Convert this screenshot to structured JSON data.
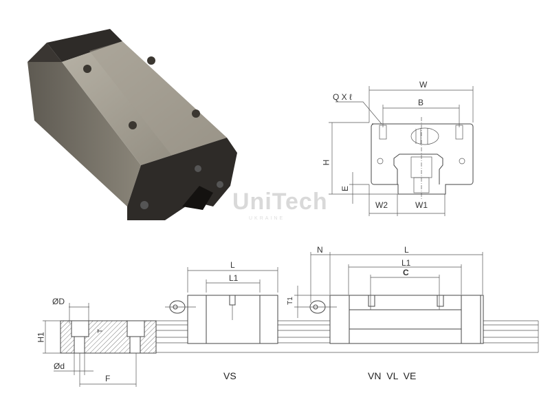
{
  "watermark": {
    "brand": "UniTech",
    "sub": "UKRAINE"
  },
  "front_view": {
    "labels": {
      "w": "W",
      "b": "B",
      "q": "Q X ℓ",
      "h": "H",
      "e": "E",
      "w2": "W2",
      "w1": "W1"
    }
  },
  "rail_section": {
    "labels": {
      "od": "ØD",
      "h1": "H1",
      "d": "Ød",
      "f": "F",
      "t": "T"
    }
  },
  "side_vs": {
    "labels": {
      "l": "L",
      "l1": "L1"
    },
    "caption": "VS"
  },
  "side_vn": {
    "labels": {
      "n": "N",
      "l": "L",
      "l1": "L1",
      "c": "C",
      "t1": "T1"
    },
    "caption": "VN  VL  VE"
  },
  "colors": {
    "line": "#444444",
    "body_photo": "#8a8579",
    "cap_photo": "#2e2b28"
  }
}
